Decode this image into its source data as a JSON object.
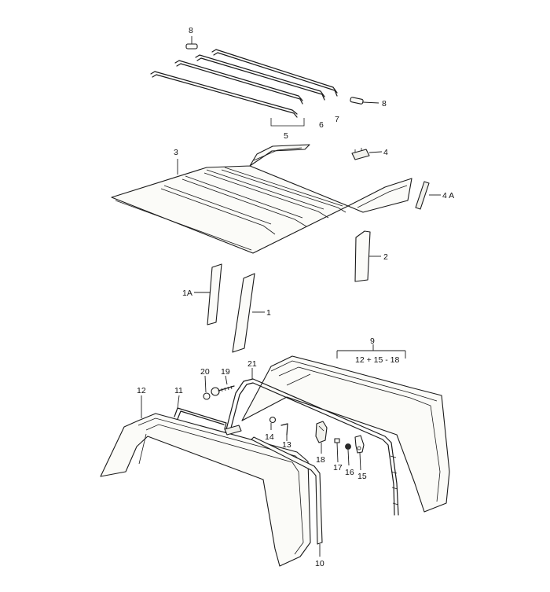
{
  "diagram": {
    "labels": {
      "p1": "1",
      "p1a": "1A",
      "p2": "2",
      "p3": "3",
      "p4": "4",
      "p4a": "4 A",
      "p5": "5",
      "p6": "6",
      "p7": "7",
      "p8_top": "8",
      "p8_right": "8",
      "p9": "9",
      "p9_sub": "12 + 15 - 18",
      "p10": "10",
      "p11": "11",
      "p12": "12",
      "p13": "13",
      "p14": "14",
      "p15": "15",
      "p16": "16",
      "p17": "17",
      "p18": "18",
      "p19": "19",
      "p20": "20",
      "p21": "21"
    }
  }
}
